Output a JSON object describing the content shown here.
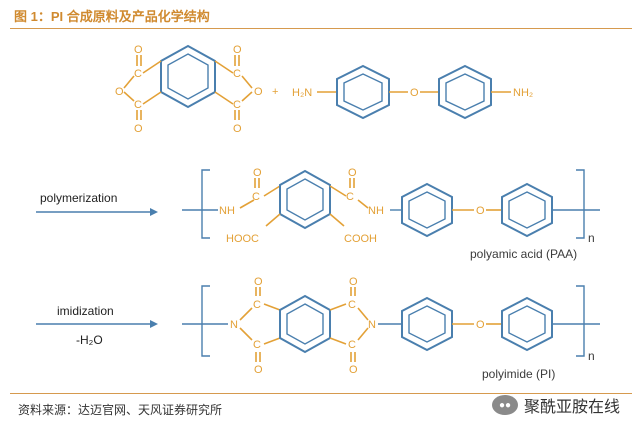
{
  "figure": {
    "title": "图 1：PI 合成原料及产品化学结构",
    "source": "资料来源：达迈官网、天风证券研究所",
    "watermark": "聚酰亚胺在线"
  },
  "reaction": {
    "plus": "+",
    "h2n": "H₂N",
    "nh2": "NH₂",
    "o": "O",
    "c": "C",
    "nh": "NH",
    "n_atom": "N",
    "hooc": "HOOC",
    "cooh": "COOH",
    "n_subscript": "n",
    "step1_label": "polymerization",
    "step2_label": "imidization",
    "step2_sub": "-H₂O",
    "product1": "polyamic acid (PAA)",
    "product2": "polyimide (PI)"
  },
  "colors": {
    "orange": "#e3a137",
    "blue": "#4a7fae",
    "title": "#d08a2f"
  }
}
